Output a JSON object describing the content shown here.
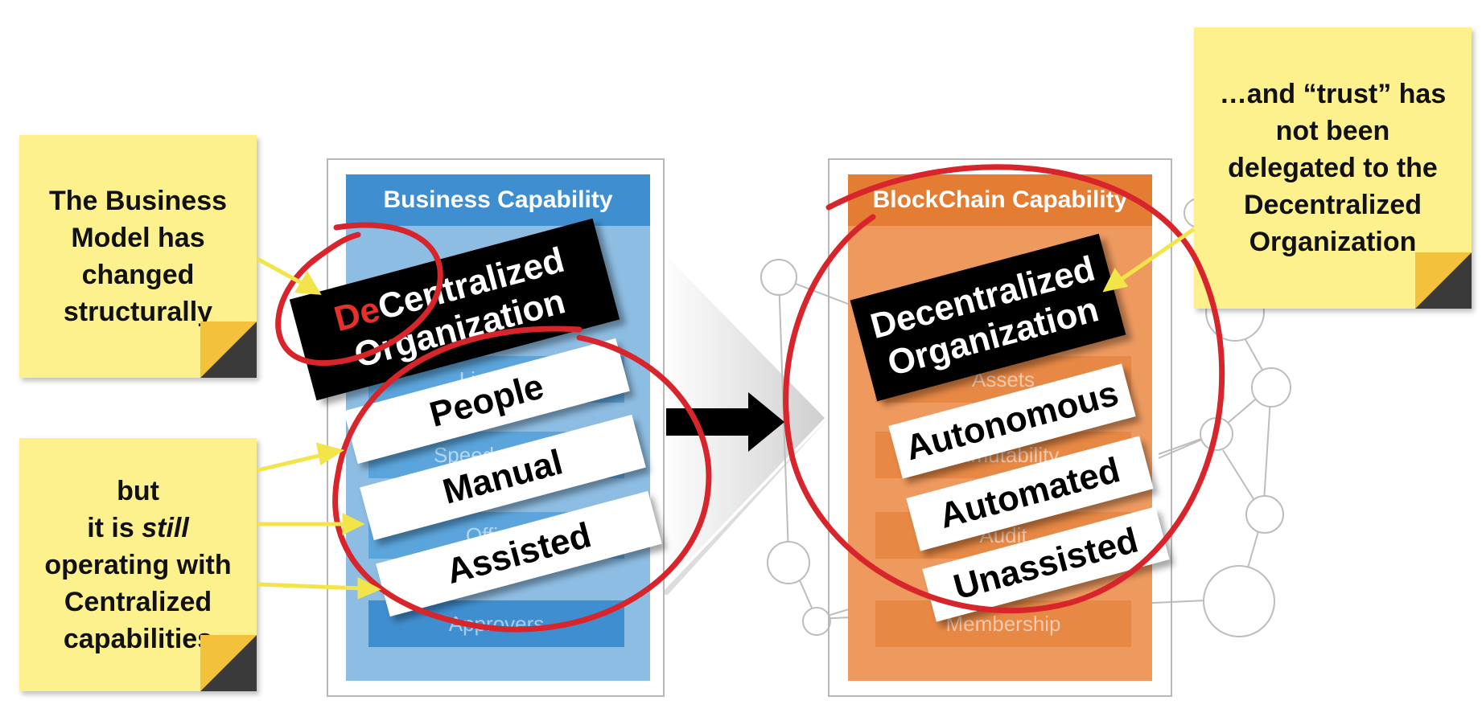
{
  "notes": {
    "business_model": [
      "The Business",
      "Model has",
      "changed",
      "structurally"
    ],
    "still_centralized": {
      "line1": "but",
      "line2_pre": "it is ",
      "line2_em": "still",
      "line3": "operating with",
      "line4": "Centralized",
      "line5": "capabilities"
    },
    "trust": [
      "…and “trust” has",
      "not been",
      "delegated to the",
      "Decentralized",
      "Organization"
    ]
  },
  "left_panel": {
    "header": "Business Capability",
    "rows": [
      "Lineage",
      "Speedometer",
      "Officer",
      "Approvers"
    ],
    "black_label": {
      "prefix": "De",
      "rest_line1": "Centralized",
      "line2": "Organization"
    },
    "white_labels": [
      "People",
      "Manual",
      "Assisted"
    ]
  },
  "right_panel": {
    "header": "BlockChain Capability",
    "rows": [
      "Assets",
      "Immutability",
      "Audit",
      "Membership"
    ],
    "black_label": {
      "line1": "Decentralized",
      "line2": "Organization"
    },
    "white_labels": [
      "Autonomous",
      "Automated",
      "Unassisted"
    ]
  },
  "colors": {
    "note_yellow": "#fdf18d",
    "note_fold": "#f4c13c",
    "blue_header": "#3f8fd0",
    "blue_panel": "#8dbde3",
    "orange_header": "#e37d33",
    "orange_panel": "#ee9a5f",
    "annotation_red": "#d8252b",
    "arrow_yellow": "#f2e54a"
  }
}
